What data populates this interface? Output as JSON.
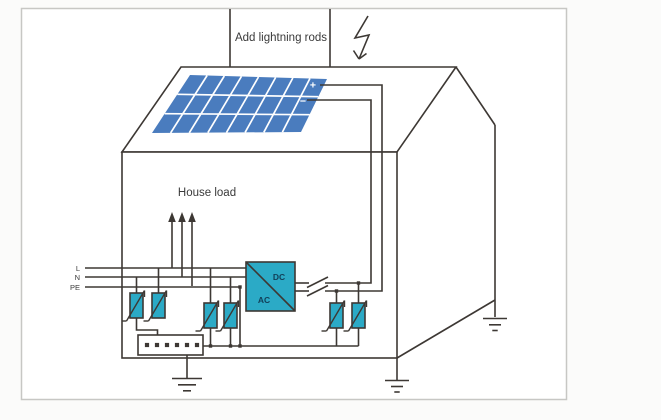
{
  "annotation": {
    "lightning_note": "Add lightning rods"
  },
  "house": {
    "load_label": "House load"
  },
  "service_lines": {
    "line_label": "L",
    "neutral_label": "N",
    "earth_label": "PE"
  },
  "pv_panel": {
    "positive_label": "+",
    "negative_label": "−"
  },
  "inverter": {
    "dc_label": "DC",
    "ac_label": "AC"
  },
  "colors": {
    "page_bg": "#fbfbfa",
    "card_bg": "#ffffff",
    "card_border": "#c7c7c4",
    "line_dark": "#3d3834",
    "panel_blue": "#4a7cbe",
    "device_teal": "#2baac6",
    "inverter_text": "#123f58"
  }
}
